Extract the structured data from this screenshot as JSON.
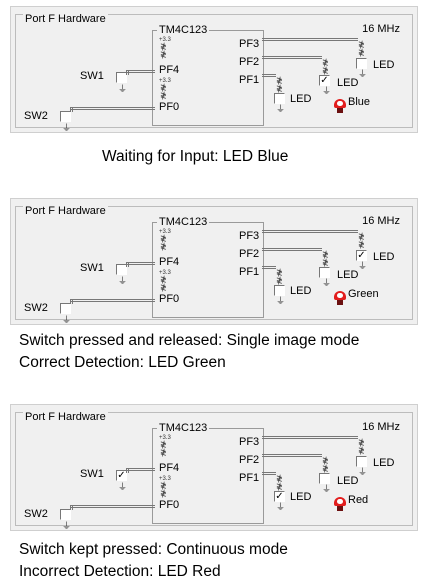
{
  "panels": [
    {
      "title": "Port F Hardware",
      "chip": "TM4C123",
      "freq": "16 MHz",
      "pins": {
        "pf3": "PF3",
        "pf2": "PF2",
        "pf1": "PF1",
        "pf4": "PF4",
        "pf0": "PF0"
      },
      "vcc": "+3.3",
      "switches": {
        "sw1": "SW1",
        "sw2": "SW2",
        "sw1_checked": false,
        "sw2_checked": false
      },
      "leds": {
        "led1": "LED",
        "led2": "LED",
        "led3": "LED",
        "led1_checked": false,
        "led2_checked": true,
        "led3_checked": false
      },
      "color_label": "Blue",
      "caption": [
        "Waiting for Input: LED Blue"
      ]
    },
    {
      "title": "Port F Hardware",
      "chip": "TM4C123",
      "freq": "16 MHz",
      "pins": {
        "pf3": "PF3",
        "pf2": "PF2",
        "pf1": "PF1",
        "pf4": "PF4",
        "pf0": "PF0"
      },
      "vcc": "+3.3",
      "switches": {
        "sw1": "SW1",
        "sw2": "SW2",
        "sw1_checked": false,
        "sw2_checked": false
      },
      "leds": {
        "led1": "LED",
        "led2": "LED",
        "led3": "LED",
        "led1_checked": false,
        "led2_checked": false,
        "led3_checked": true
      },
      "color_label": "Green",
      "caption": [
        "Switch pressed and released: Single image mode",
        "Correct Detection: LED Green"
      ]
    },
    {
      "title": "Port F Hardware",
      "chip": "TM4C123",
      "freq": "16 MHz",
      "pins": {
        "pf3": "PF3",
        "pf2": "PF2",
        "pf1": "PF1",
        "pf4": "PF4",
        "pf0": "PF0"
      },
      "vcc": "+3.3",
      "switches": {
        "sw1": "SW1",
        "sw2": "SW2",
        "sw1_checked": true,
        "sw2_checked": false
      },
      "leds": {
        "led1": "LED",
        "led2": "LED",
        "led3": "LED",
        "led1_checked": true,
        "led2_checked": false,
        "led3_checked": false
      },
      "color_label": "Red",
      "caption": [
        "Switch kept pressed: Continuous mode",
        "Incorrect Detection: LED Red"
      ]
    }
  ],
  "icons": {
    "ground": "ground-icon",
    "resistor": "resistor-icon",
    "lamp": "led-lamp-icon"
  },
  "colors": {
    "panel_bg": "#f0f0f0",
    "lamp_red": "#e21d1d"
  }
}
